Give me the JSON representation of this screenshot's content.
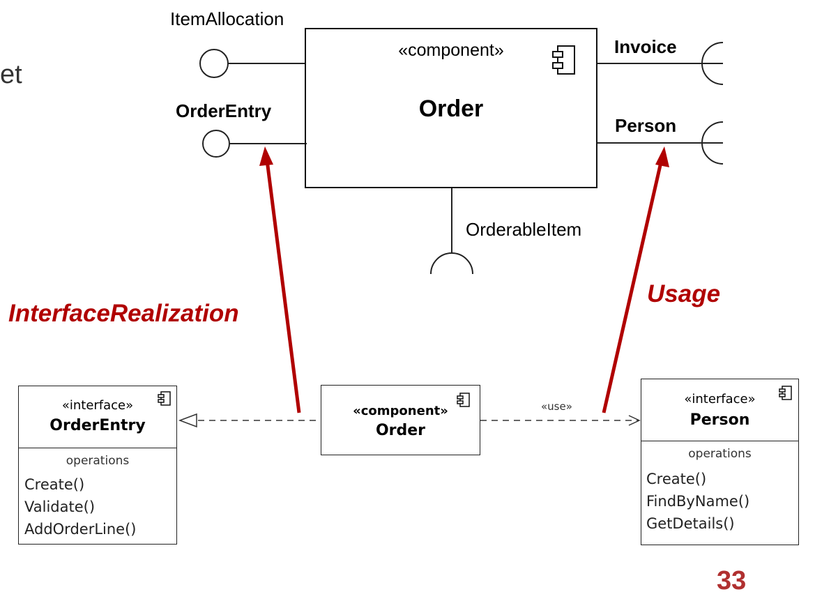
{
  "slide_fragment": "et",
  "page_number": "33",
  "colors": {
    "accent": "#b00000",
    "line": "#222222"
  },
  "component_diagram": {
    "stereotype": "«component»",
    "name": "Order",
    "provided_interfaces": [
      "ItemAllocation",
      "OrderEntry"
    ],
    "required_interfaces": [
      "Invoice",
      "Person",
      "OrderableItem"
    ],
    "component_icon": "component-icon"
  },
  "relations": {
    "realization_label": "InterfaceRealization",
    "usage_label": "Usage",
    "use_stereotype": "«use»"
  },
  "class_diagram": {
    "order_entry": {
      "stereotype": "«interface»",
      "name": "OrderEntry",
      "section": "operations",
      "operations": [
        "Create()",
        "Validate()",
        "AddOrderLine()"
      ]
    },
    "order": {
      "stereotype": "«component»",
      "name": "Order"
    },
    "person": {
      "stereotype": "«interface»",
      "name": "Person",
      "section": "operations",
      "operations": [
        "Create()",
        "FindByName()",
        "GetDetails()"
      ]
    }
  }
}
